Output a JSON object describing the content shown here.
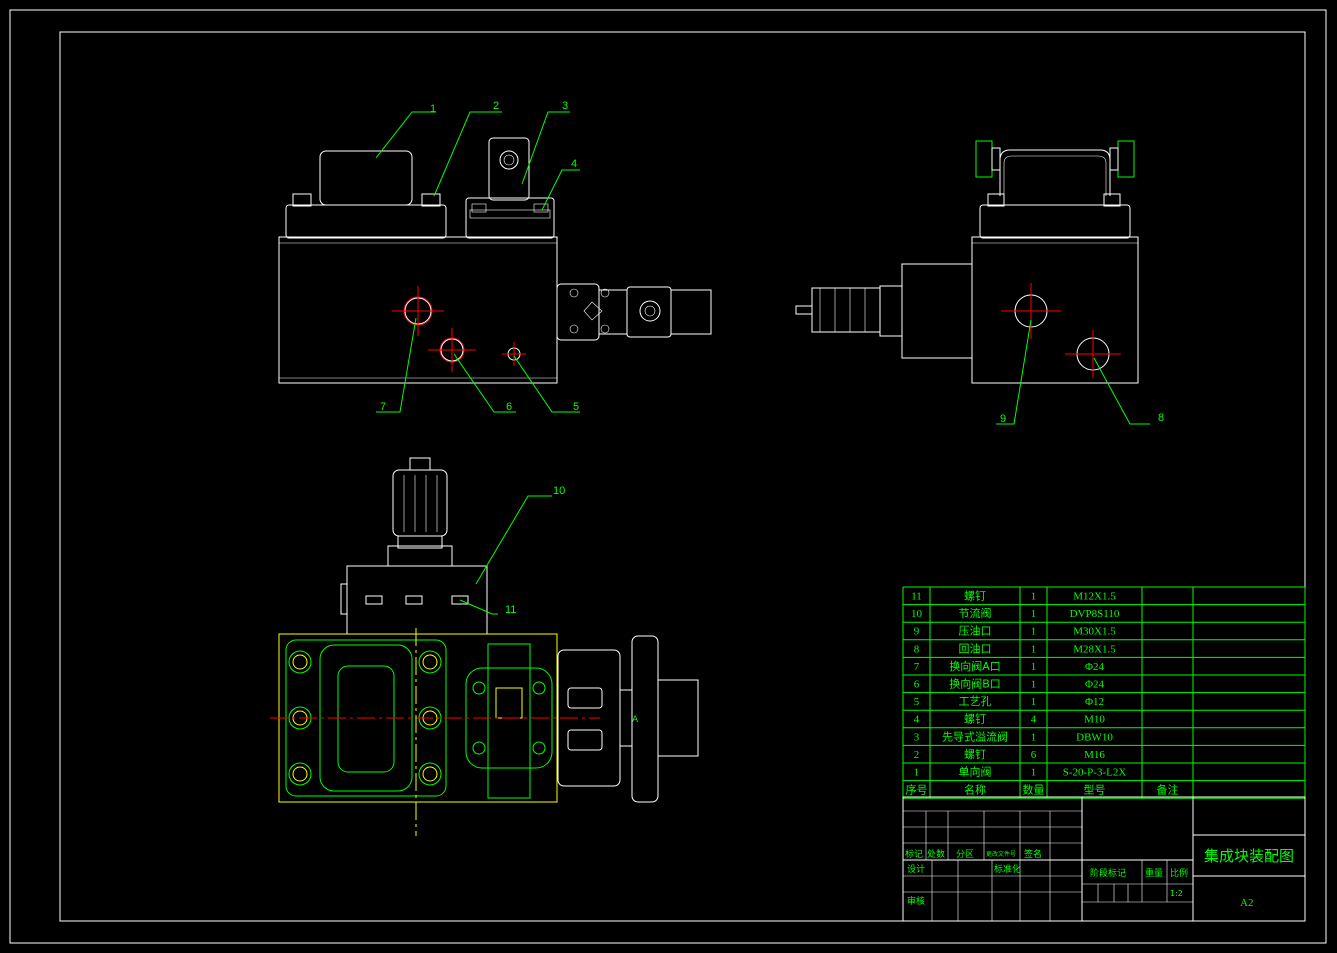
{
  "balloons": [
    "1",
    "2",
    "3",
    "4",
    "5",
    "6",
    "7",
    "8",
    "9",
    "10",
    "11"
  ],
  "parts_list": {
    "rows": [
      {
        "no": "11",
        "name": "螺钉",
        "qty": "1",
        "model": "M12X1.5",
        "note": ""
      },
      {
        "no": "10",
        "name": "节流阀",
        "qty": "1",
        "model": "DVP8S110",
        "note": ""
      },
      {
        "no": "9",
        "name": "压油口",
        "qty": "1",
        "model": "M30X1.5",
        "note": ""
      },
      {
        "no": "8",
        "name": "回油口",
        "qty": "1",
        "model": "M28X1.5",
        "note": ""
      },
      {
        "no": "7",
        "name": "换向阀A口",
        "qty": "1",
        "model": "Φ24",
        "note": ""
      },
      {
        "no": "6",
        "name": "换向阀B口",
        "qty": "1",
        "model": "Φ24",
        "note": ""
      },
      {
        "no": "5",
        "name": "工艺孔",
        "qty": "1",
        "model": "Φ12",
        "note": ""
      },
      {
        "no": "4",
        "name": "螺钉",
        "qty": "4",
        "model": "M10",
        "note": ""
      },
      {
        "no": "3",
        "name": "先导式溢流阀",
        "qty": "1",
        "model": "DBW10",
        "note": ""
      },
      {
        "no": "2",
        "name": "螺钉",
        "qty": "6",
        "model": "M16",
        "note": ""
      },
      {
        "no": "1",
        "name": "单向阀",
        "qty": "1",
        "model": "S-20-P-3-L2X",
        "note": ""
      }
    ],
    "headers": {
      "no": "序号",
      "name": "名称",
      "qty": "数量",
      "model": "型号",
      "note": "备注"
    }
  },
  "title_block": {
    "mark": "标记",
    "count": "处数",
    "zone": "分区",
    "change_doc": "更改文件号",
    "sign": "签名",
    "design": "设计",
    "standard": "标准化",
    "review": "审核",
    "stage": "阶段标记",
    "weight": "重量",
    "scale_label": "比例",
    "scale": "1:2",
    "title": "集成块装配图",
    "sheet": "A2"
  }
}
